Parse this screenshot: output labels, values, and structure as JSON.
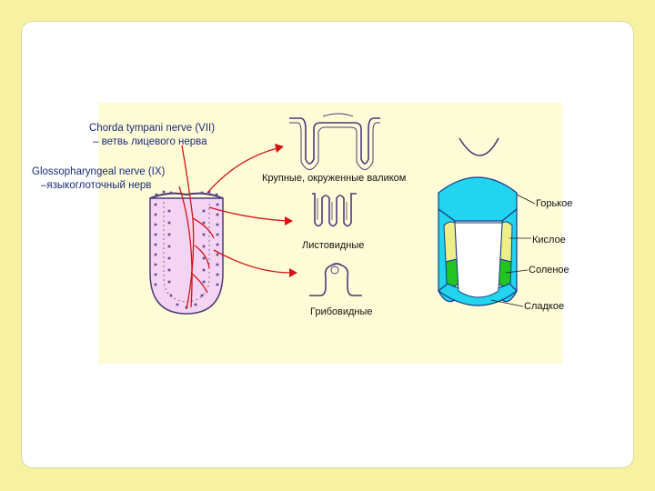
{
  "colors": {
    "background": "#f6f2a2",
    "panel": "#fefcd6",
    "nerve": "#d41414",
    "outline": "#4a3a7a",
    "tongue_fill": "#f4d4f2",
    "bitter": "#22d4ee",
    "sour": "#eeee88",
    "salty": "#22c422",
    "sweet": "#22d4ee"
  },
  "nerves": {
    "chorda_line1": "Chorda tympani nerve (VII)",
    "chorda_line2": "– ветвь лицевого нерва",
    "glosso_line1": "Glossopharyngeal nerve (IX)",
    "glosso_line2": "–языкоглоточный нерв"
  },
  "papillae": {
    "circumvallate": "Крупные, окруженные валиком",
    "foliate": "Листовидные",
    "fungiform": "Грибовидные"
  },
  "tastes": {
    "bitter": "Горькое",
    "sour": "Кислое",
    "salty": "Соленое",
    "sweet": "Сладкое"
  }
}
